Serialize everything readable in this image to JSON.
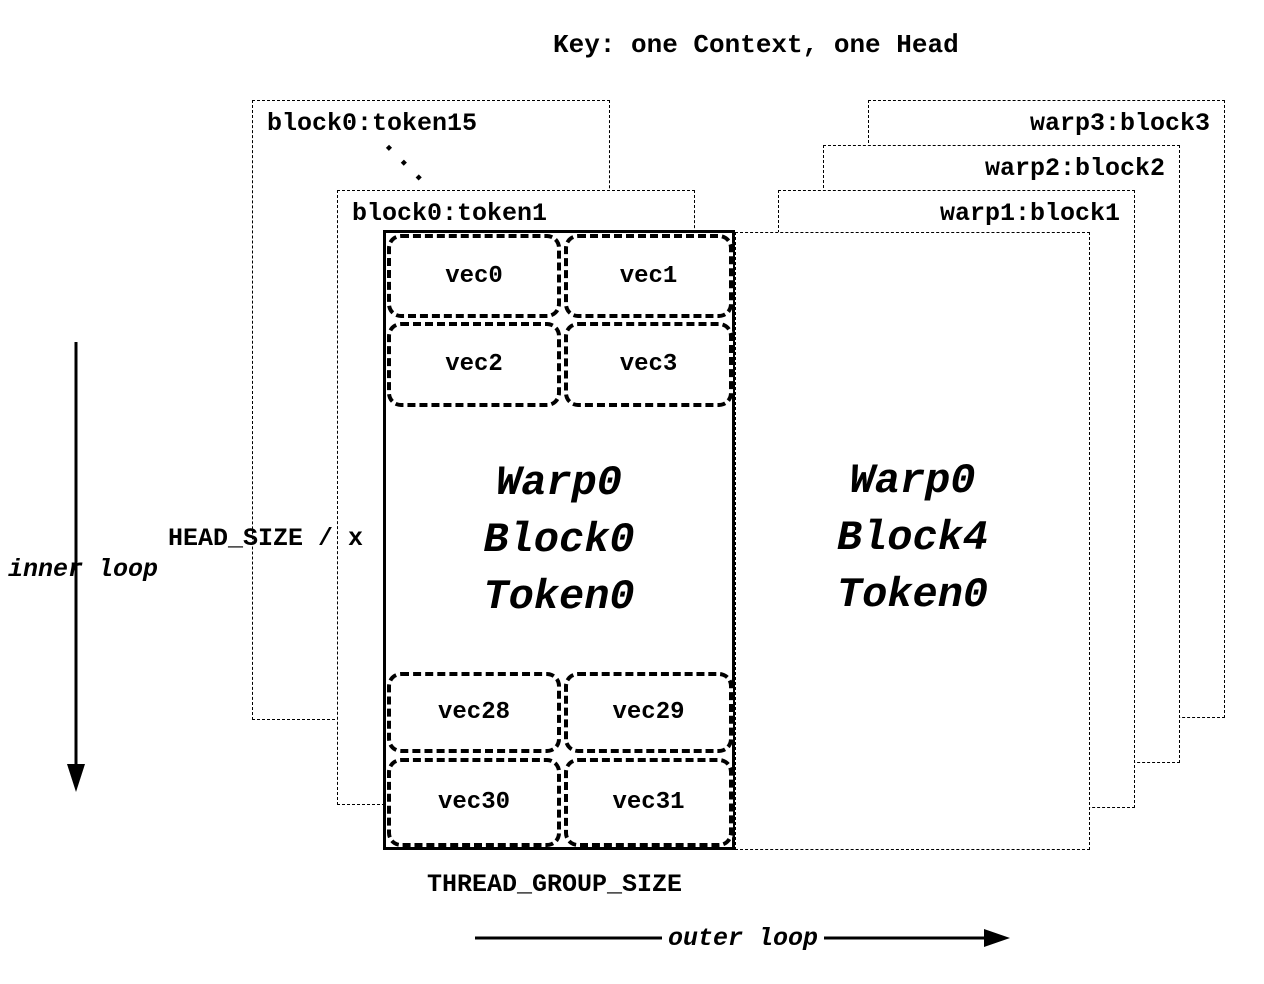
{
  "title": "Key: one Context, one Head",
  "left_stack": {
    "cards": [
      {
        "label": "block0:token15"
      },
      {
        "label": "block0:token1"
      }
    ],
    "ellipsis": "...",
    "front": {
      "lines": [
        "Warp0",
        "Block0",
        "Token0"
      ],
      "top_vecs": [
        "vec0",
        "vec1",
        "vec2",
        "vec3"
      ],
      "bottom_vecs": [
        "vec28",
        "vec29",
        "vec30",
        "vec31"
      ]
    }
  },
  "right_stack": {
    "cards": [
      {
        "label": "warp3:block3"
      },
      {
        "label": "warp2:block2"
      },
      {
        "label": "warp1:block1"
      }
    ],
    "front": {
      "lines": [
        "Warp0",
        "Block4",
        "Token0"
      ]
    }
  },
  "labels": {
    "head_size": "HEAD_SIZE / x",
    "inner_loop": "inner loop",
    "thread_group_size": "THREAD_GROUP_SIZE",
    "outer_loop": "outer loop"
  },
  "colors": {
    "ink": "#000000",
    "background": "#ffffff"
  }
}
